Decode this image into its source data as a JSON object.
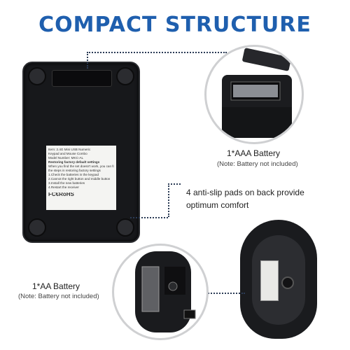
{
  "title": "COMPACT STRUCTURE",
  "keypad_label": {
    "lines": [
      "Item: 2.4G Mini USB Numeric",
      "Keypad and Mouse Combo",
      "Model Number: MKC-AL",
      "Restoring factory default settings",
      "When you find the set doesn't work, you can follow",
      "the steps in restoring factory settings",
      "1.Check the batteries in the keypad",
      "2.Cannot the right button and middle button",
      "3.Install the new batteries",
      "4.Restart the receiver"
    ],
    "cert": "FC€RoHS"
  },
  "captions": {
    "aaa_battery": "1*AAA Battery",
    "aaa_note": "(Note: Battery not included)",
    "pads_line1": "4 anti-slip pads on back provide",
    "pads_line2": "optimum comfort",
    "aa_battery": "1*AA Battery",
    "aa_note": "(Note: Battery not included)"
  },
  "colors": {
    "title": "#1f5fae",
    "device": "#17181b",
    "connector": "#2b3b55"
  }
}
